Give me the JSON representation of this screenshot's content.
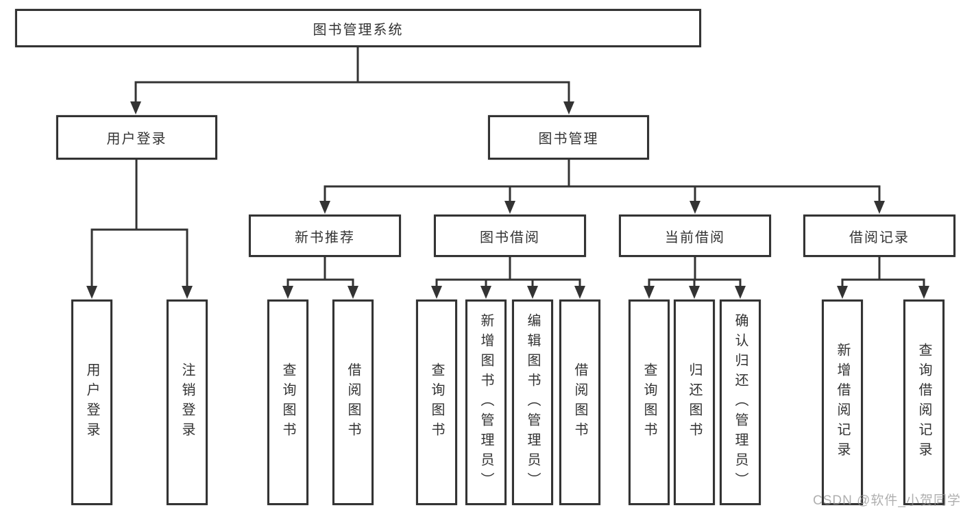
{
  "diagram": {
    "root": {
      "label": "图书管理系统"
    },
    "level2": [
      {
        "label": "用户登录"
      },
      {
        "label": "图书管理"
      }
    ],
    "level3": [
      {
        "label": "新书推荐"
      },
      {
        "label": "图书借阅"
      },
      {
        "label": "当前借阅"
      },
      {
        "label": "借阅记录"
      }
    ],
    "leaves": {
      "user": [
        "用户登录",
        "注销登录"
      ],
      "recommend": [
        "查询图书",
        "借阅图书"
      ],
      "borrow": [
        "查询图书",
        "新增图书（管理员）",
        "编辑图书（管理员）",
        "借阅图书"
      ],
      "current": [
        "查询图书",
        "归还图书",
        "确认归还（管理员）"
      ],
      "records": [
        "新增借阅记录",
        "查询借阅记录"
      ]
    }
  },
  "watermark": {
    "text": "CSDN @软件_小贺同学"
  },
  "colors": {
    "line": "#333333",
    "box_border": "#333333",
    "text": "#333333",
    "watermark": "#949494",
    "background": "#ffffff"
  }
}
